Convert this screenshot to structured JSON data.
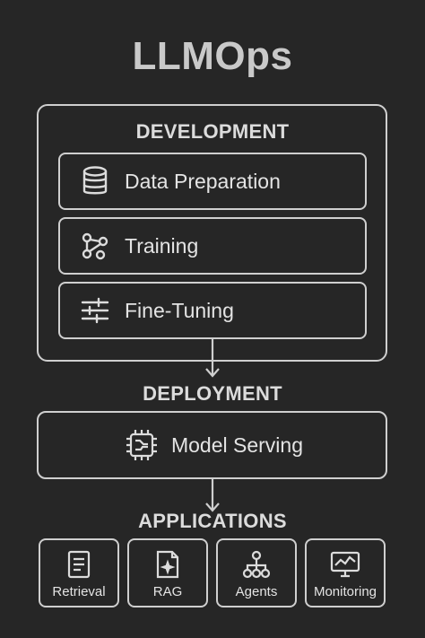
{
  "title": "LLMOps",
  "development": {
    "label": "DEVELOPMENT",
    "items": [
      {
        "label": "Data Preparation",
        "icon": "database-icon"
      },
      {
        "label": "Training",
        "icon": "network-nodes-icon"
      },
      {
        "label": "Fine-Tuning",
        "icon": "sliders-icon"
      }
    ]
  },
  "deployment": {
    "label": "DEPLOYMENT",
    "item": {
      "label": "Model Serving",
      "icon": "chip-icon"
    }
  },
  "applications": {
    "label": "APPLICATIONS",
    "items": [
      {
        "label": "Retrieval",
        "icon": "document-icon"
      },
      {
        "label": "RAG",
        "icon": "sparkle-document-icon"
      },
      {
        "label": "Agents",
        "icon": "hierarchy-icon"
      },
      {
        "label": "Monitoring",
        "icon": "monitor-chart-icon"
      }
    ]
  },
  "colors": {
    "background": "#262626",
    "stroke": "#cfcfcf",
    "text": "#e2e2e2"
  }
}
